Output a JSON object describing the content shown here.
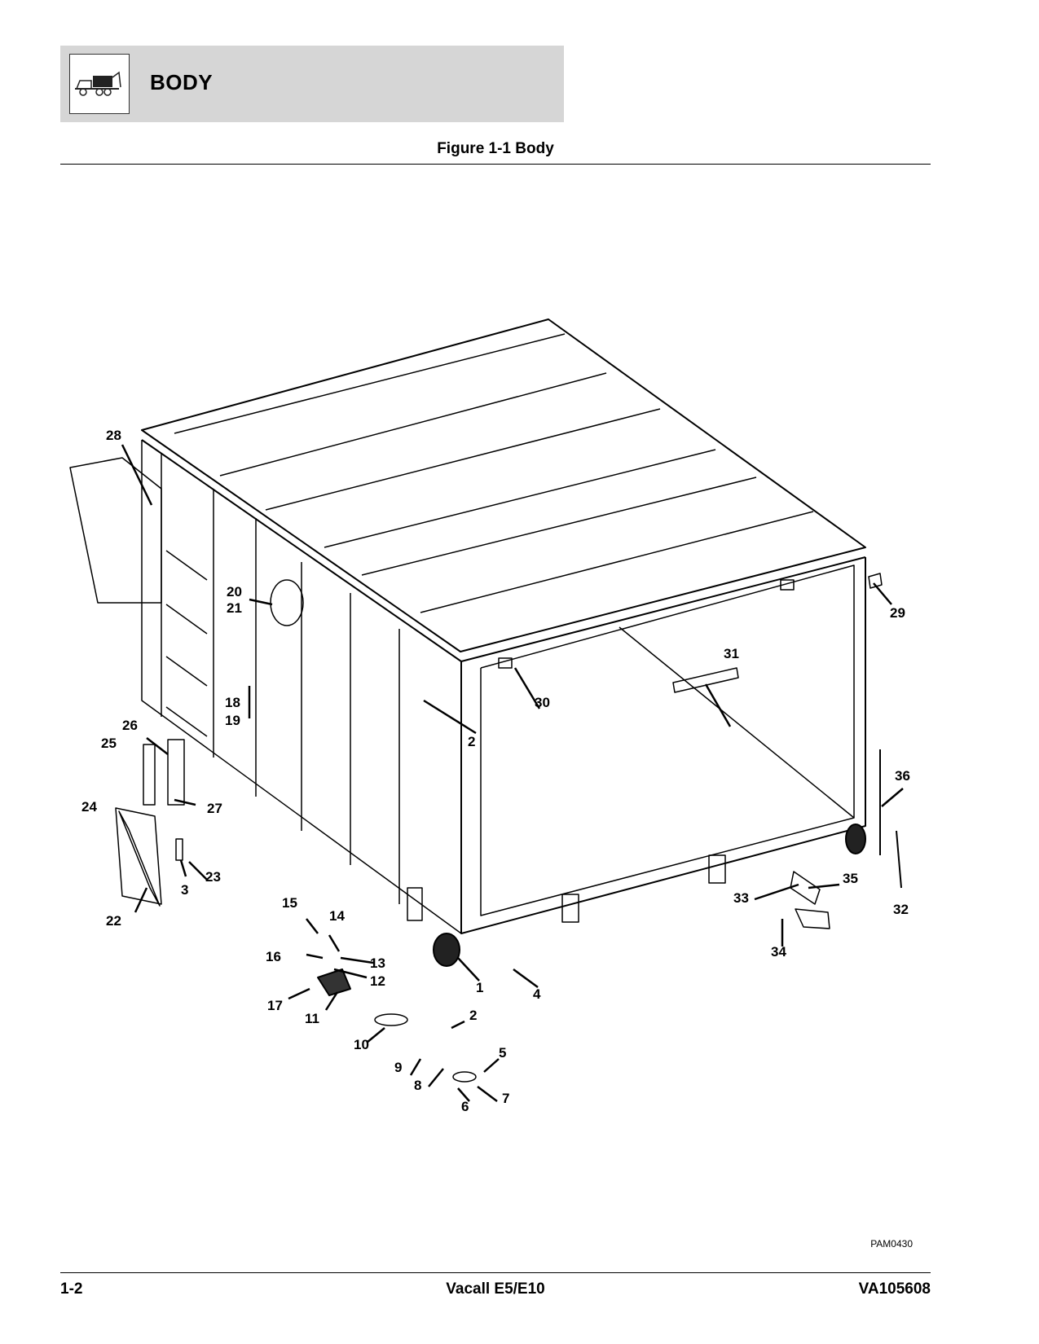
{
  "header": {
    "section_title": "BODY",
    "icon": "vacuum-truck-icon"
  },
  "figure": {
    "title": "Figure 1-1 Body",
    "code": "PAM0430"
  },
  "callouts": [
    "28",
    "20",
    "21",
    "18",
    "19",
    "26",
    "25",
    "24",
    "27",
    "22",
    "3",
    "23",
    "2",
    "30",
    "31",
    "29",
    "36",
    "35",
    "33",
    "34",
    "32",
    "15",
    "14",
    "16",
    "13",
    "12",
    "17",
    "11",
    "10",
    "9",
    "8",
    "6",
    "7",
    "5",
    "2",
    "1",
    "4"
  ],
  "footer": {
    "page": "1-2",
    "model": "Vacall E5/E10",
    "doc_number": "VA105608"
  }
}
